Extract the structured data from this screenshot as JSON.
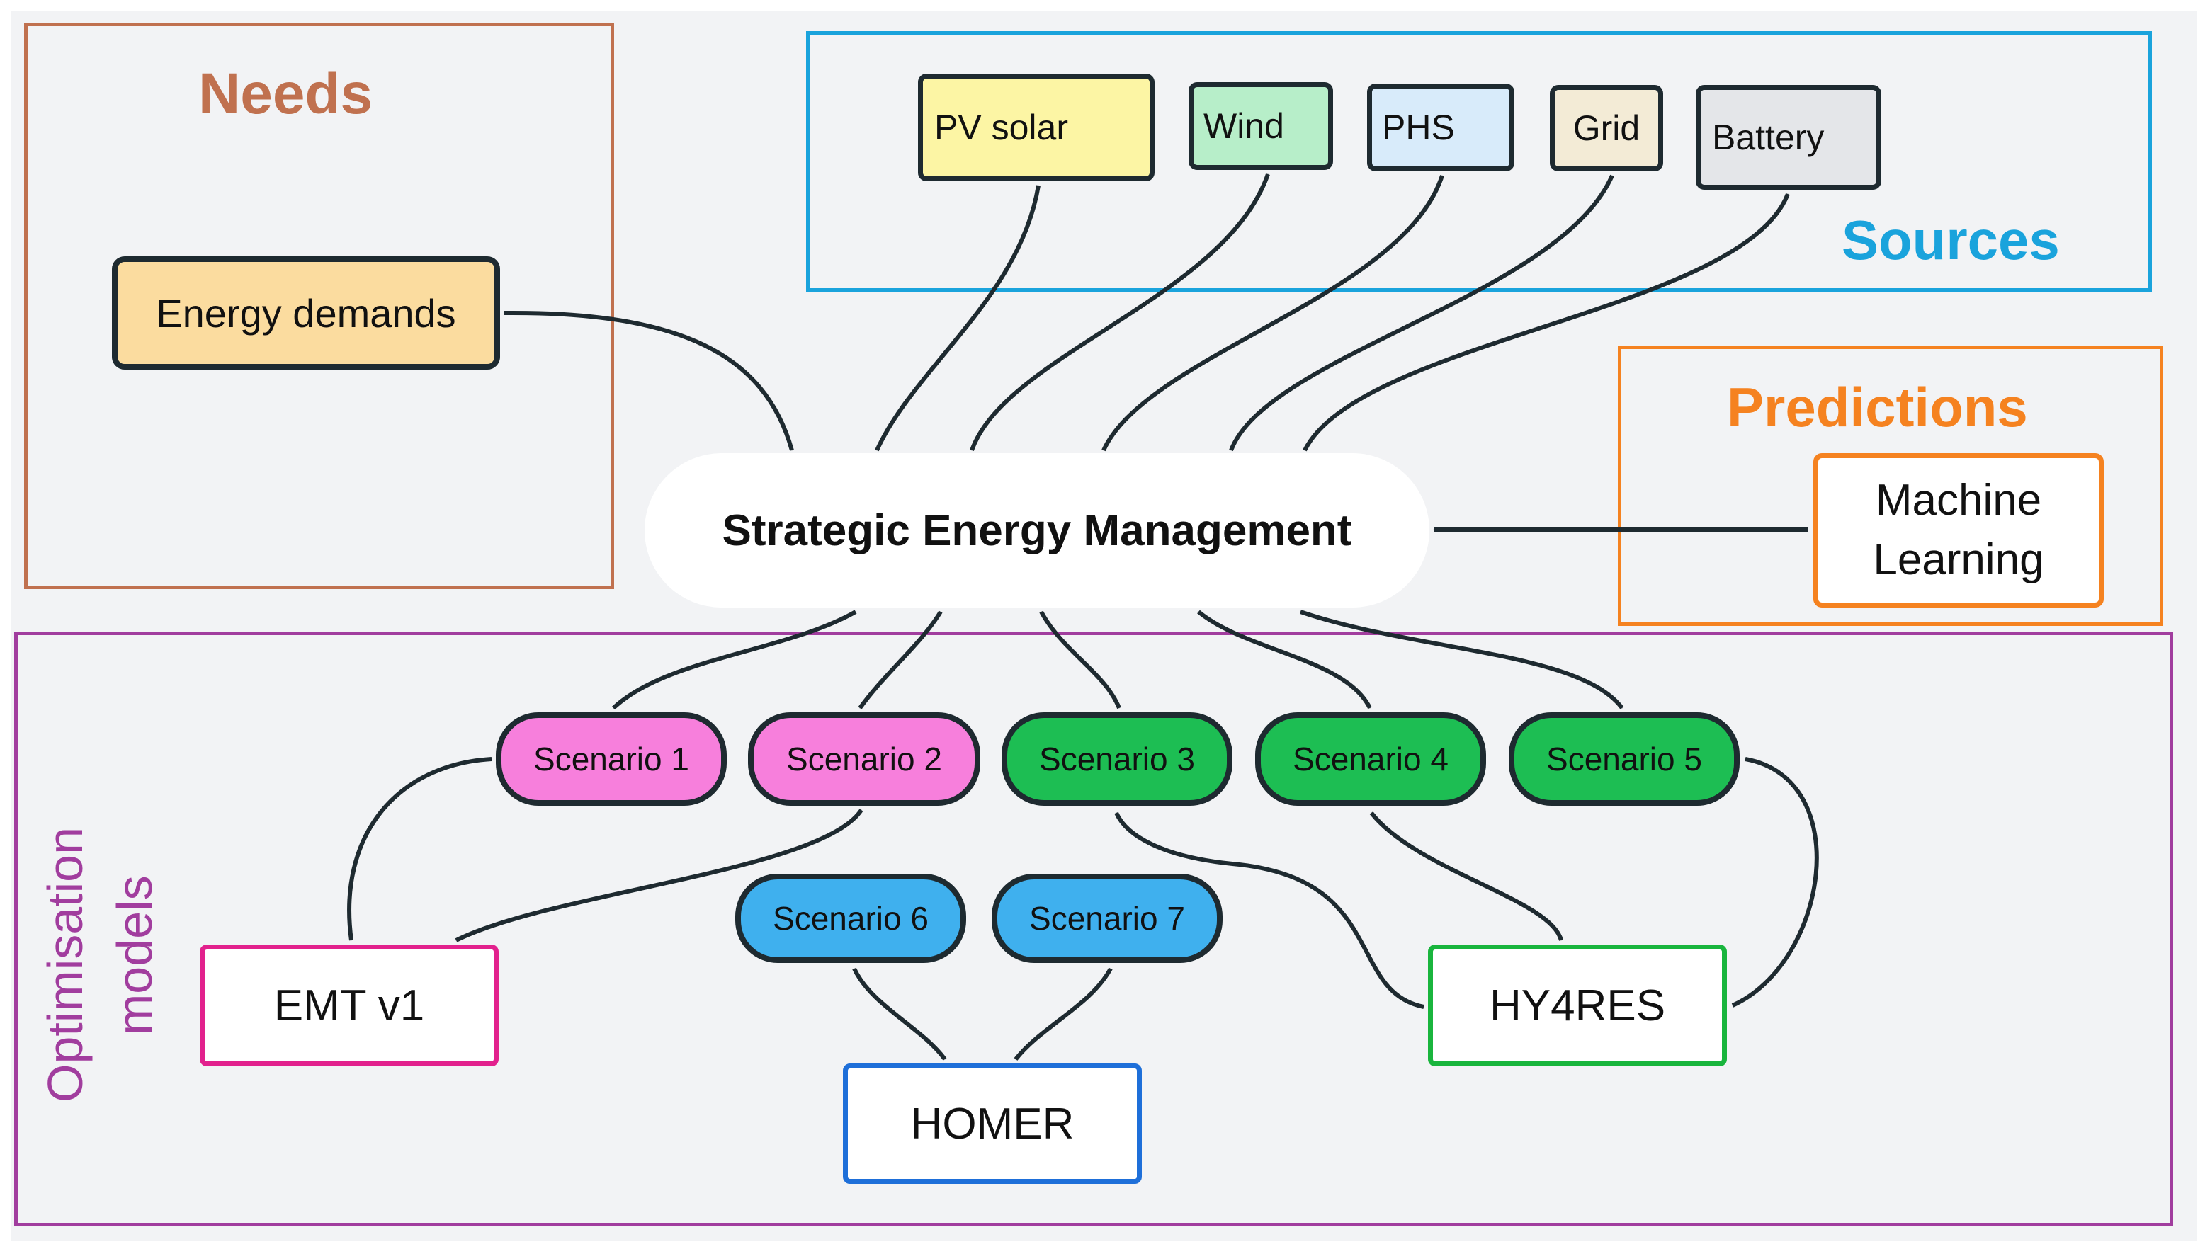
{
  "panels": {
    "needs": {
      "title": "Needs",
      "node": "Energy demands"
    },
    "sources": {
      "title": "Sources",
      "nodes": [
        "PV solar",
        "Wind",
        "PHS",
        "Grid",
        "Battery"
      ]
    },
    "predictions": {
      "title": "Predictions",
      "node_line1": "Machine",
      "node_line2": "Learning"
    },
    "optimisation": {
      "title_line1": "Optimisation",
      "title_line2": "models",
      "scenarios": [
        "Scenario 1",
        "Scenario 2",
        "Scenario 3",
        "Scenario 4",
        "Scenario 5",
        "Scenario 6",
        "Scenario 7"
      ],
      "models": [
        "EMT v1",
        "HOMER",
        "HY4RES"
      ]
    }
  },
  "center": {
    "label": "Strategic Energy Management"
  },
  "colors": {
    "needs": "#c0714f",
    "sources": "#1aa3dc",
    "predictions": "#f58220",
    "optimisation": "#a13d9e",
    "pv": "#fcf5a4",
    "wind": "#b7eec9",
    "phs": "#d8ebfa",
    "grid": "#f3ebd6",
    "battery": "#e4e6e9",
    "demand": "#fbdc9f",
    "scenario_pink": "#f77fdc",
    "scenario_green": "#1dbe53",
    "scenario_blue": "#3fb0ee",
    "emt": "#e2218d",
    "homer": "#1e6fd9",
    "hy4res": "#19b53d",
    "arrow": "#1e2a30"
  }
}
